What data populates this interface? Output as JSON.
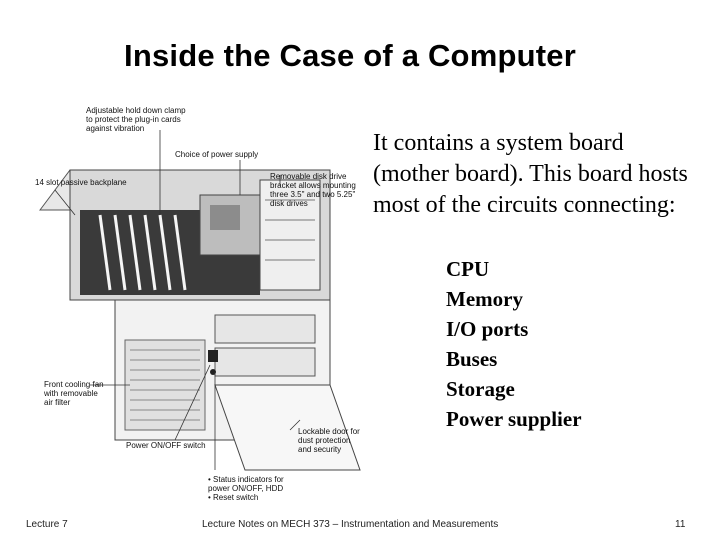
{
  "slide": {
    "title": "Inside the Case of a Computer",
    "intro": "It contains a system board (mother board).  This board hosts most of the circuits connecting:",
    "bullets": [
      "CPU",
      "Memory",
      "I/O ports",
      "Buses",
      "Storage",
      "Power supplier"
    ]
  },
  "figure": {
    "callouts": {
      "clamp": "Adjustable hold down clamp\nto protect the plug-in cards\nagainst vibration",
      "power_supply": "Choice of power supply",
      "backplane": "14 slot passive backplane",
      "disk_bracket": "Removable disk drive\nbracket allows mounting\nthree 3.5\" and two 5.25\"\ndisk drives",
      "fan": "Front cooling fan\nwith removable\nair filter",
      "power_switch": "Power ON/OFF switch",
      "door": "Lockable door for\ndust protection\nand security",
      "status": "• Status indicators for\n  power ON/OFF, HDD\n• Reset switch"
    }
  },
  "footer": {
    "left": "Lecture 7",
    "center": "Lecture Notes on MECH 373 – Instrumentation and Measurements",
    "right": "11"
  }
}
